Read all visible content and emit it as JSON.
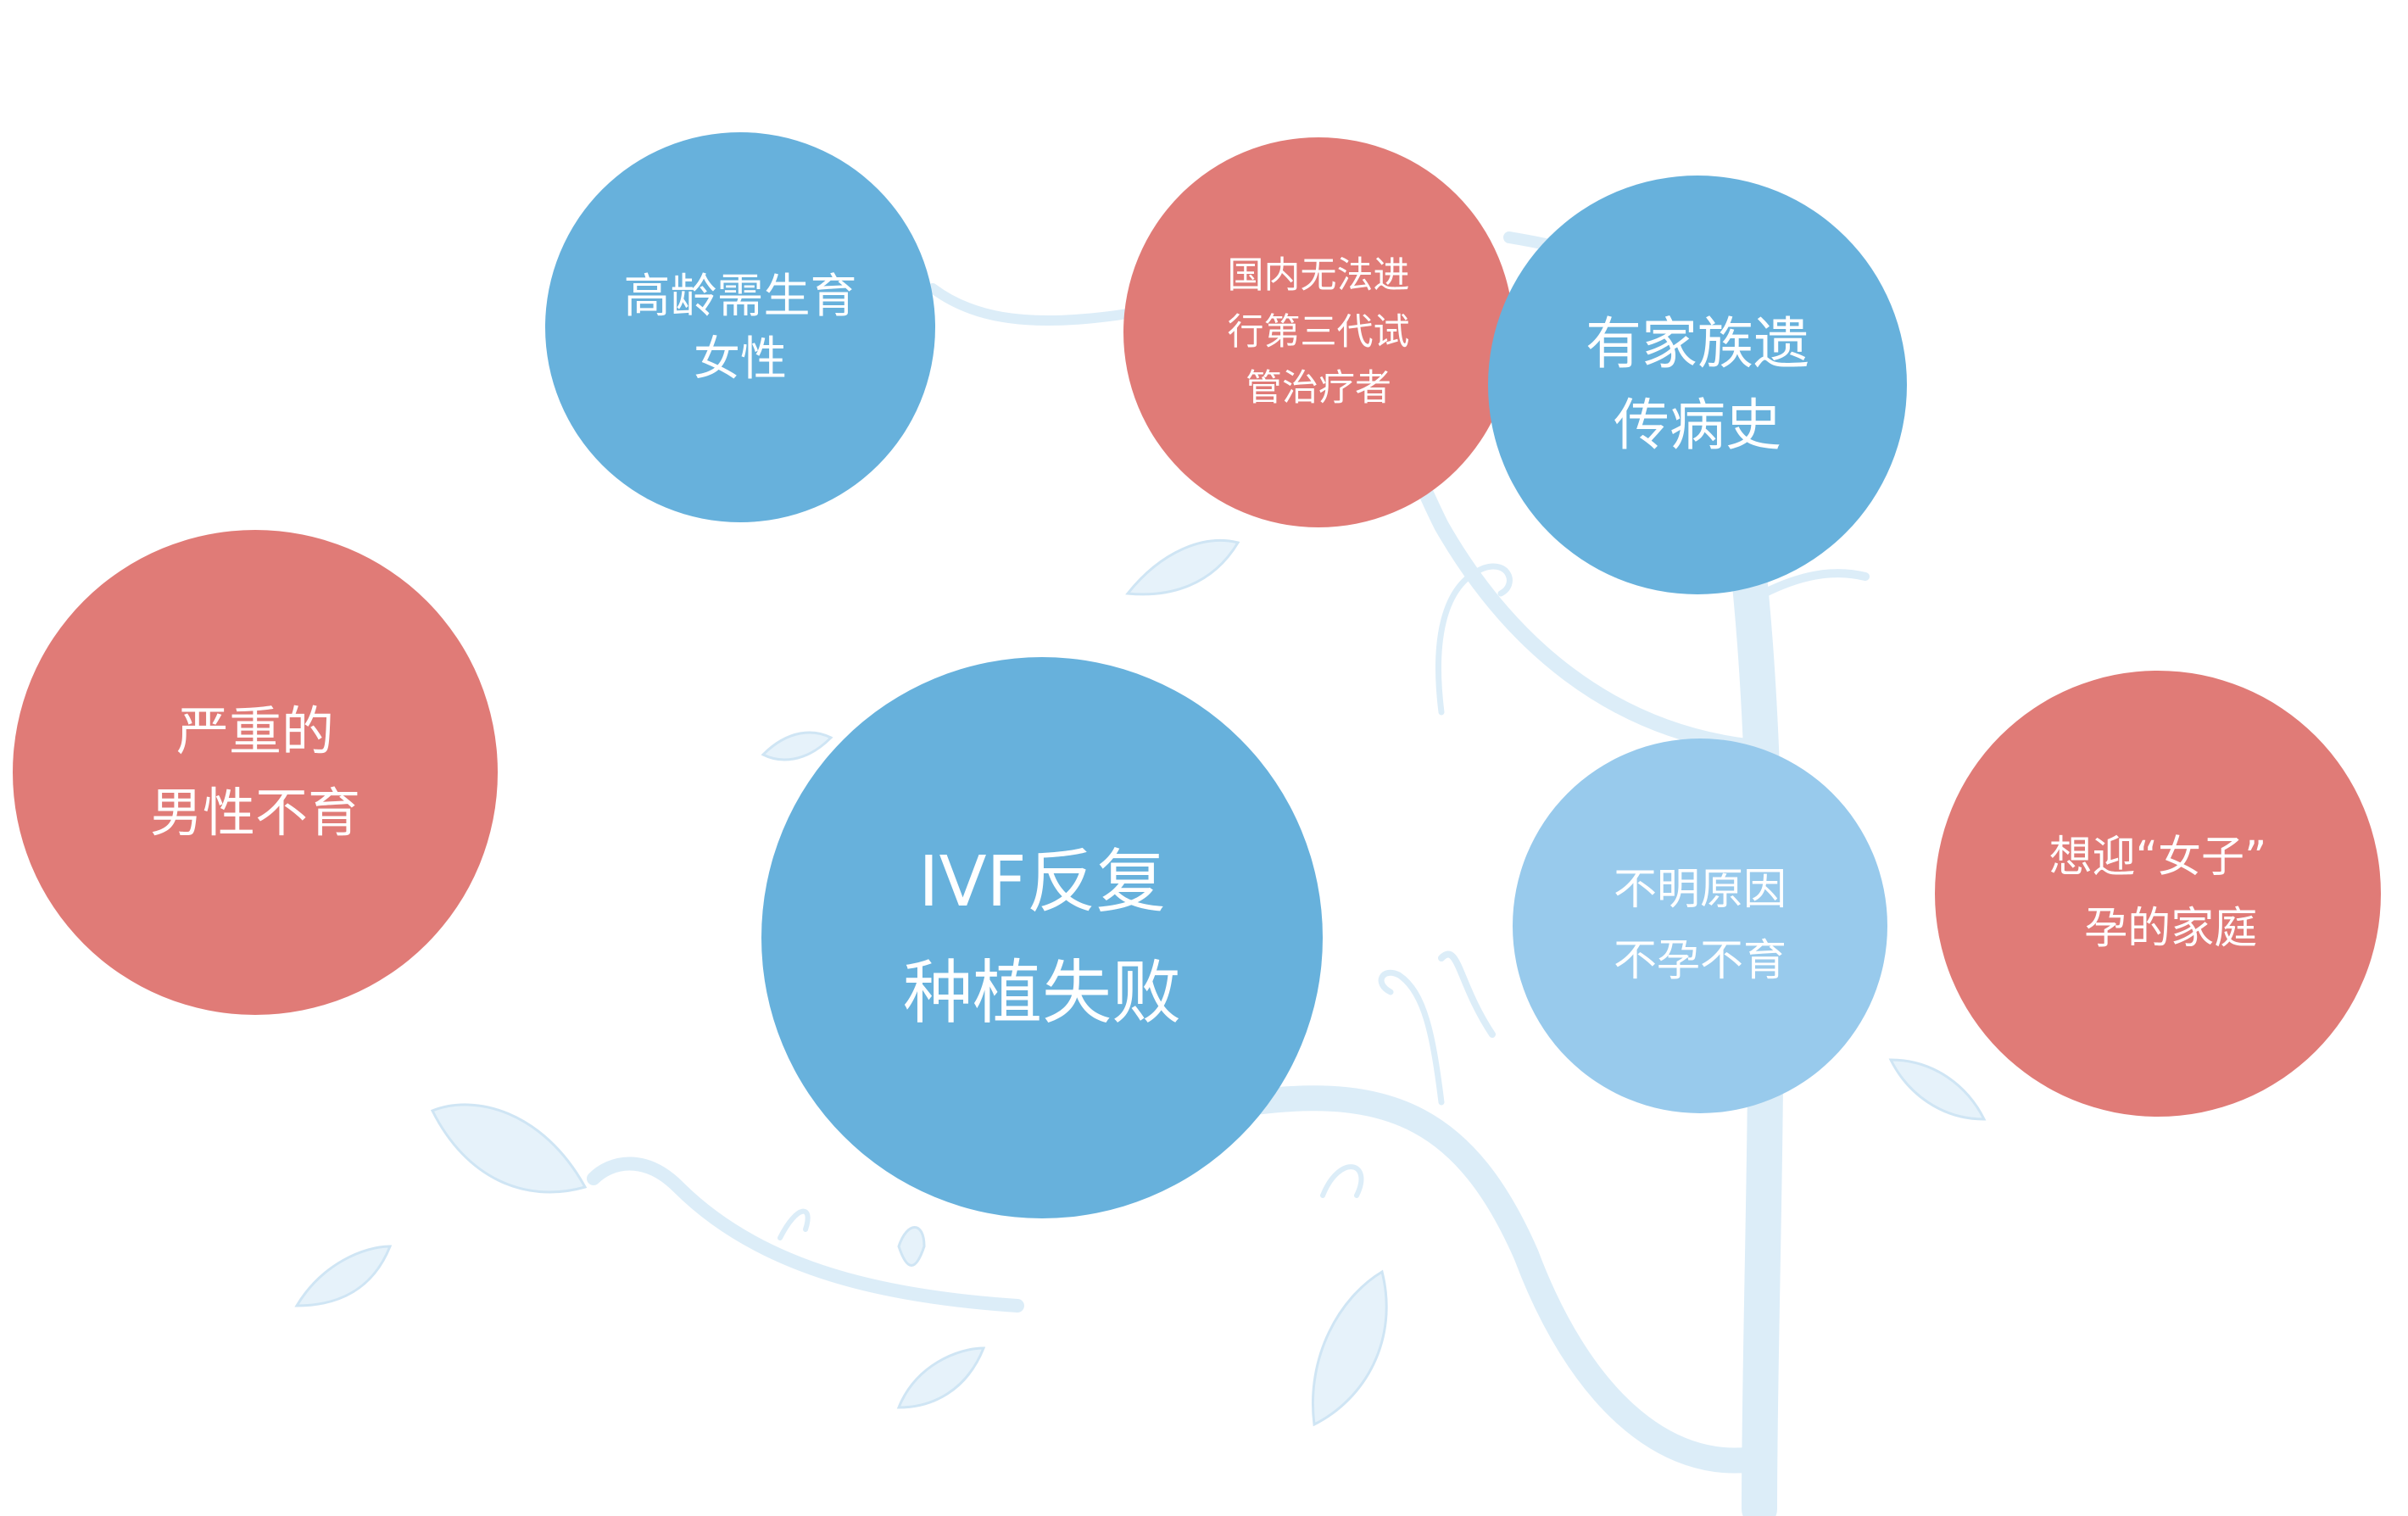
{
  "colors": {
    "blue": "#67b1dc",
    "light_blue": "#98caec",
    "red": "#e07b77",
    "tree": "#dcedf8"
  },
  "bubbles": [
    {
      "id": "b1",
      "lines": [
        "高龄需生育",
        "女性"
      ],
      "color": "blue"
    },
    {
      "id": "b2",
      "lines": [
        "国内无法进",
        "行第三代试",
        "管治疗者"
      ],
      "color": "red"
    },
    {
      "id": "b3",
      "lines": [
        "有家族遗",
        "传病史"
      ],
      "color": "blue"
    },
    {
      "id": "b4",
      "lines": [
        "严重的",
        "男性不育"
      ],
      "color": "red"
    },
    {
      "id": "b5",
      "lines": [
        "IVF反复",
        "种植失败"
      ],
      "color": "blue"
    },
    {
      "id": "b6",
      "lines": [
        "不明原因",
        "不孕不育"
      ],
      "color": "light_blue"
    },
    {
      "id": "b7",
      "lines": [
        "想迎“女子”",
        "孕的家庭"
      ],
      "color": "red"
    }
  ]
}
